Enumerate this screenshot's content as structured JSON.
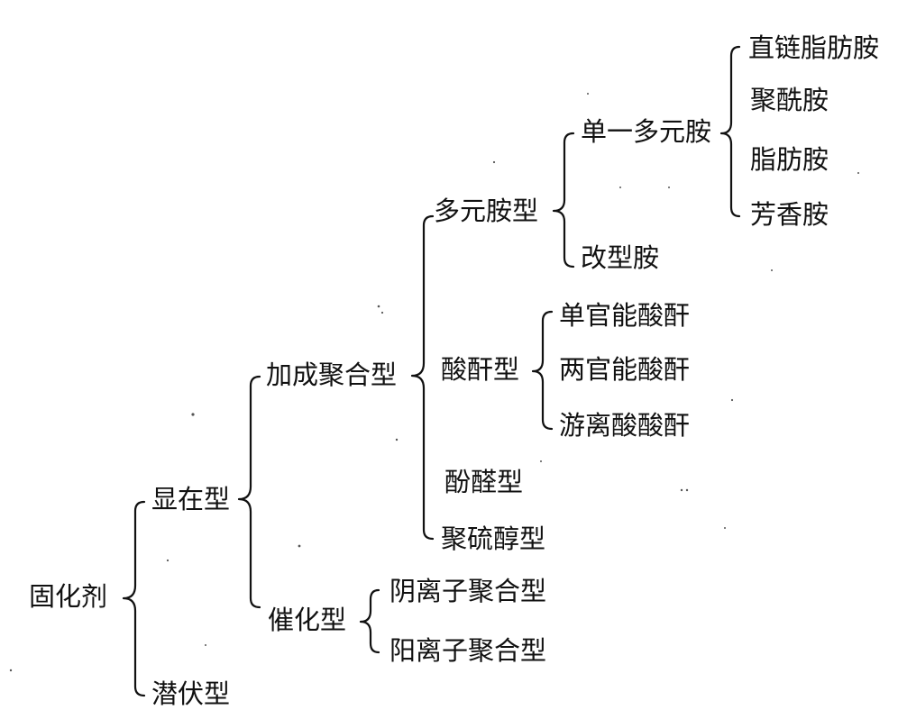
{
  "root": {
    "label": "固化剂",
    "children": [
      {
        "label": "显在型",
        "children": [
          {
            "label": "加成聚合型",
            "children": [
              {
                "label": "多元胺型",
                "children": [
                  {
                    "label": "单一多元胺",
                    "children": [
                      {
                        "label": "直链脂肪胺"
                      },
                      {
                        "label": "聚酰胺"
                      },
                      {
                        "label": "脂肪胺"
                      },
                      {
                        "label": "芳香胺"
                      }
                    ]
                  },
                  {
                    "label": "改型胺"
                  }
                ]
              },
              {
                "label": "酸酐型",
                "children": [
                  {
                    "label": "单官能酸酐"
                  },
                  {
                    "label": "两官能酸酐"
                  },
                  {
                    "label": "游离酸酸酐"
                  }
                ]
              },
              {
                "label": "酚醛型"
              },
              {
                "label": "聚硫醇型"
              }
            ]
          },
          {
            "label": "催化型",
            "children": [
              {
                "label": "阴离子聚合型"
              },
              {
                "label": "阳离子聚合型"
              }
            ]
          }
        ]
      },
      {
        "label": "潜伏型"
      }
    ]
  }
}
